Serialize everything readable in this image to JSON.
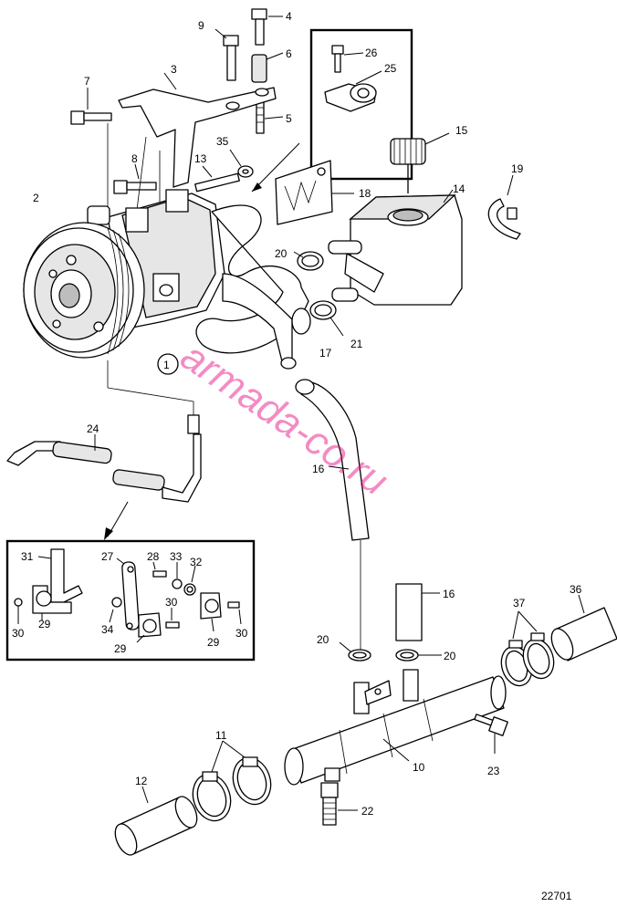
{
  "watermark": "armada-co.ru",
  "drawing_number": "22701",
  "colors": {
    "watermark": "#e6007e",
    "line": "#000000",
    "background": "#ffffff"
  },
  "labels": {
    "p1": "1",
    "p2": "2",
    "p3": "3",
    "p4": "4",
    "p5": "5",
    "p6": "6",
    "p7": "7",
    "p8": "8",
    "p9": "9",
    "p10": "10",
    "p11": "11",
    "p12": "12",
    "p13": "13",
    "p14": "14",
    "p15": "15",
    "p16": "16",
    "p17": "17",
    "p18": "18",
    "p19": "19",
    "p20": "20",
    "p21": "21",
    "p22": "22",
    "p23": "23",
    "p24": "24",
    "p25": "25",
    "p26": "26",
    "p27": "27",
    "p28": "28",
    "p29": "29",
    "p30": "30",
    "p31": "31",
    "p32": "32",
    "p33": "33",
    "p34": "34",
    "p35": "35",
    "p36": "36",
    "p37": "37"
  }
}
